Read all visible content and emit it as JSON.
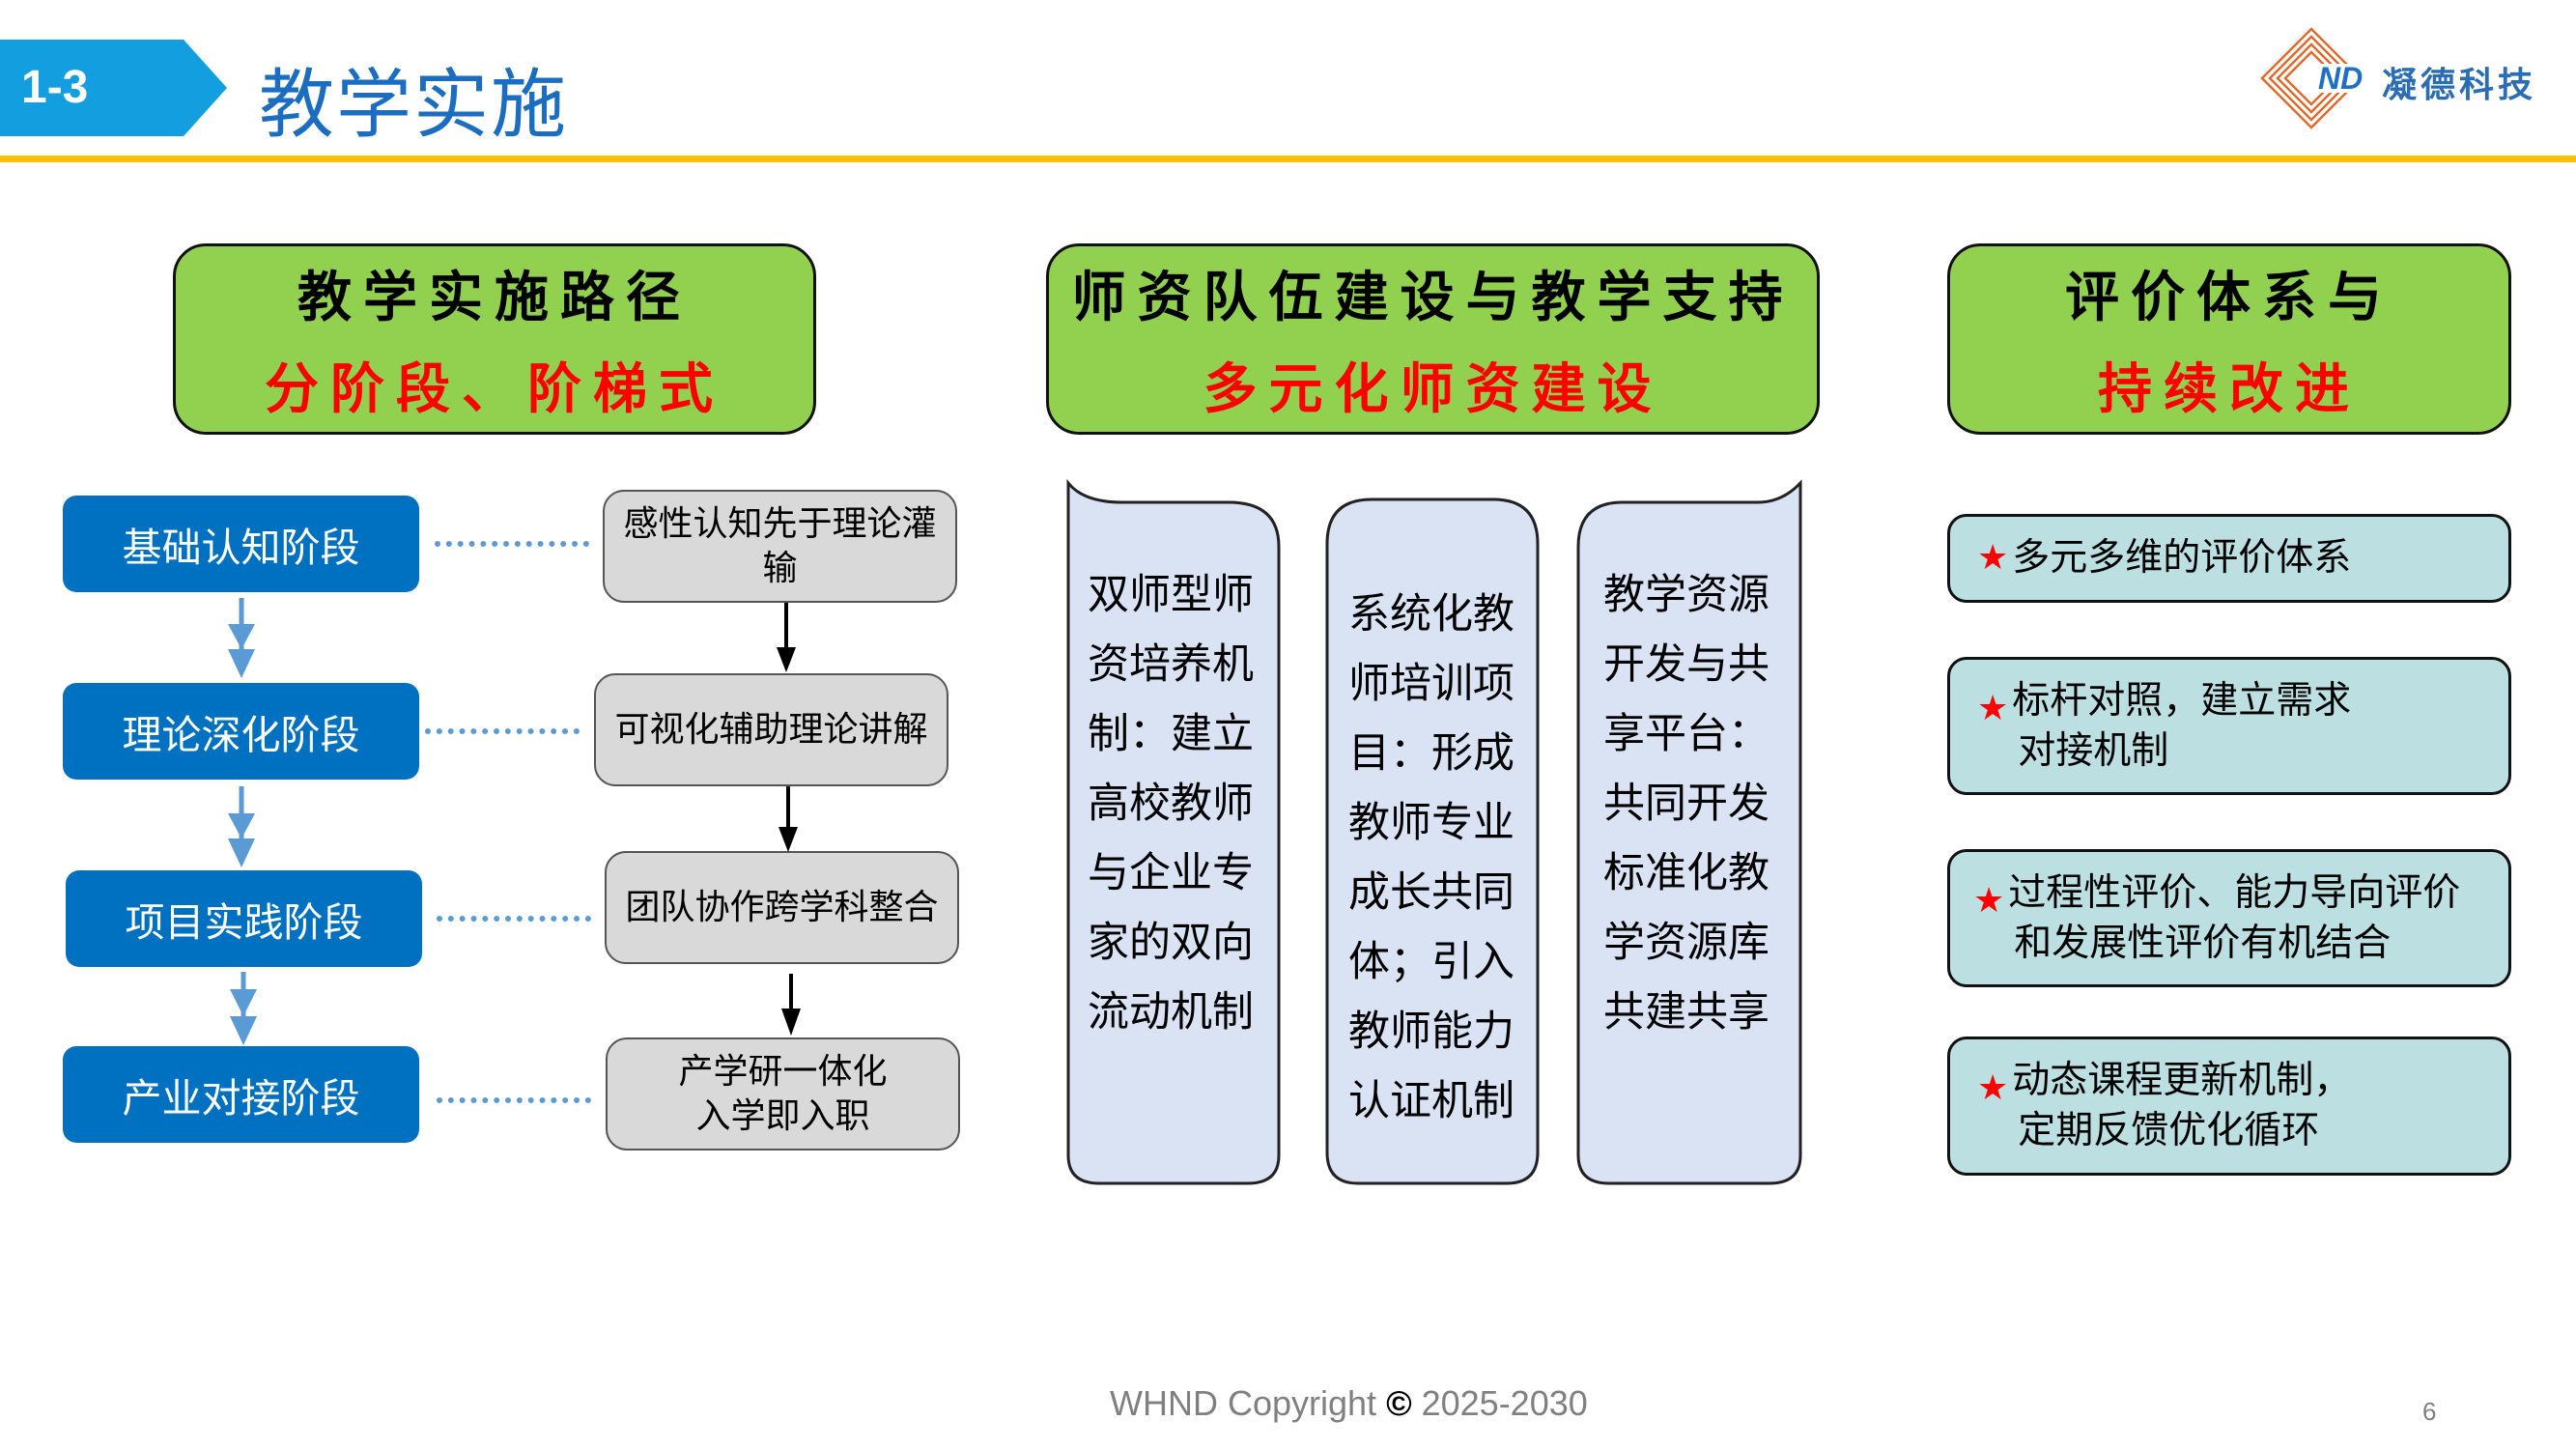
{
  "header": {
    "section_number": "1-3",
    "title": "教学实施",
    "logo": {
      "mark": "ND",
      "name": "凝德科技"
    }
  },
  "colors": {
    "accent_blue": "#0070C0",
    "header_green": "#92D050",
    "rule_yellow": "#FFC000",
    "highlight_red": "#FF0000"
  },
  "columns": [
    {
      "title": "教学实施路径",
      "subtitle": "分阶段、阶梯式"
    },
    {
      "title": "师资队伍建设与教学支持",
      "subtitle": "多元化师资建设"
    },
    {
      "title": "评价体系与",
      "subtitle": "持续改进"
    }
  ],
  "stages": [
    {
      "label": "基础认知阶段",
      "detail": "感性认知先于理论灌输"
    },
    {
      "label": "理论深化阶段",
      "detail": "可视化辅助理论讲解"
    },
    {
      "label": "项目实践阶段",
      "detail": "团队协作跨学科整合"
    },
    {
      "label": "产业对接阶段",
      "detail": "产学研一体化\n入学即入职"
    }
  ],
  "faculty": [
    {
      "text": "双师型师资培养机制：建立高校教师与企业专家的双向流动机制"
    },
    {
      "text": "系统化教师培训项目：形成教师专业成长共同体；引入教师能力认证机制"
    },
    {
      "text": "教学资源开发与共享平台：共同开发标准化教学资源库共建共享"
    }
  ],
  "evaluation": [
    {
      "star": "★",
      "line1": "多元多维的评价体系",
      "line2": ""
    },
    {
      "star": "★",
      "line1": "标杆对照，建立需求",
      "line2": "对接机制"
    },
    {
      "star": "★",
      "line1": "过程性评价、能力导向评价",
      "line2": "和发展性评价有机结合"
    },
    {
      "star": "★",
      "line1": "动态课程更新机制，",
      "line2": "定期反馈优化循环"
    }
  ],
  "footer": {
    "copyright_prefix": "WHND Copyright",
    "copyright_symbol": "©",
    "years": "2025-2030",
    "page_number": "6"
  }
}
